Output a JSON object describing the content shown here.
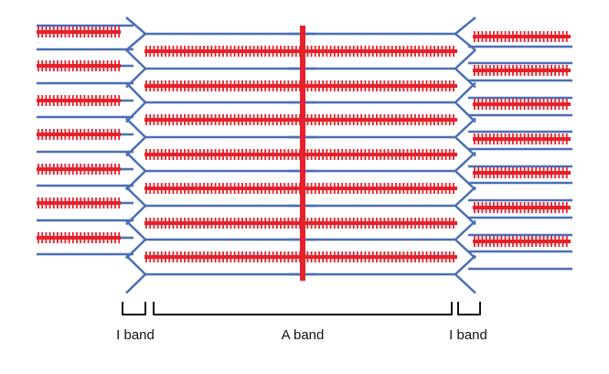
{
  "colors": {
    "thick_filament": "#e8202a",
    "thin_filament": "#4a6fb5",
    "bracket": "#111111",
    "background": "#ffffff"
  },
  "labels": {
    "i_band_left": "I band",
    "a_band": "A band",
    "i_band_right": "I band"
  }
}
